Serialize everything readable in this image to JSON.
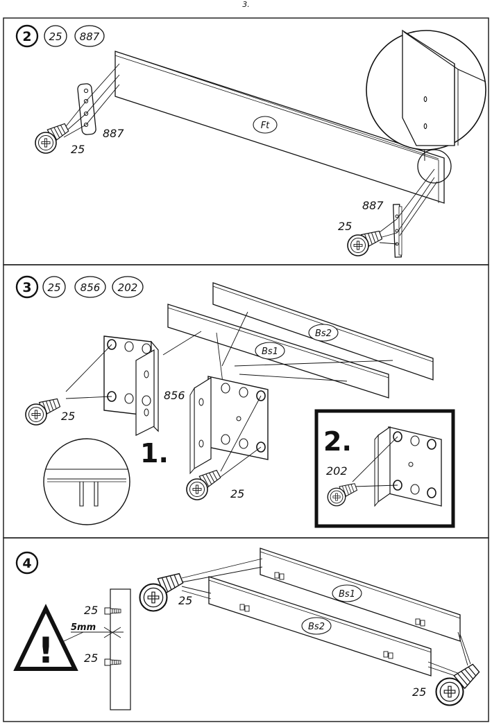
{
  "page": {
    "number": "3."
  },
  "steps": [
    {
      "step_number": "2",
      "parts_badges": [
        "25",
        "887"
      ],
      "callouts": {
        "panel": "Ft",
        "bracket_left": "887",
        "screw_left": "25",
        "bracket_right": "887",
        "screw_right": "25"
      }
    },
    {
      "step_number": "3",
      "parts_badges": [
        "25",
        "856",
        "202"
      ],
      "callouts": {
        "rail_back": "Bs2",
        "rail_front": "Bs1",
        "screw_left": "25",
        "bracket_middle": "856",
        "screw_middle": "25",
        "order_first": "1.",
        "order_second": "2.",
        "screw_inset": "202"
      }
    },
    {
      "step_number": "4",
      "parts_badges": [],
      "callouts": {
        "screw_left": "25",
        "rail_top": "Bs1",
        "rail_bottom": "Bs2",
        "screw_right": "25",
        "detail_screw_top": "25",
        "detail_screw_bottom": "25",
        "gap_dimension": "5mm",
        "warning_symbol": "!"
      }
    }
  ]
}
